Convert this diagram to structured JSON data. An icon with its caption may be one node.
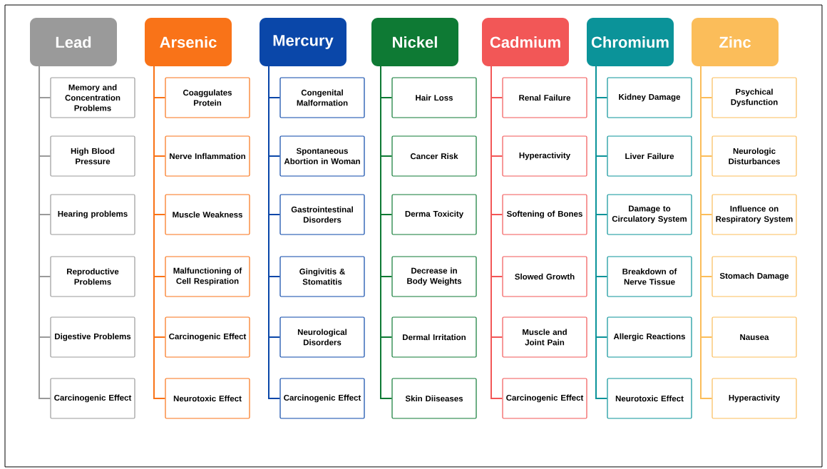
{
  "diagram": {
    "nodes": [
      {
        "text": [
          "Lead"
        ]
      },
      {
        "text": [
          "Memory and Concentration Problems"
        ]
      },
      {
        "text": [
          "High Blood Pressure"
        ]
      },
      {
        "text": [
          "Hearing problems"
        ]
      },
      {
        "text": [
          "Reproductive Problems"
        ]
      },
      {
        "text": [
          "Digestive Problems"
        ]
      },
      {
        "text": [
          "Carcinogenic Effect"
        ]
      },
      {
        "text": [
          "Arsenic"
        ]
      },
      {
        "text": [
          "Coaggulates Protein"
        ]
      },
      {
        "text": [
          "Nerve Inflammation"
        ]
      },
      {
        "text": [
          "Muscle Weakness"
        ]
      },
      {
        "text": [
          "Malfunctioning of Cell Respiration"
        ]
      },
      {
        "text": [
          "Carcinogenic Effect"
        ]
      },
      {
        "text": [
          "Neurotoxic Effect"
        ]
      },
      {
        "text": [
          "Mercury"
        ]
      },
      {
        "text": [
          "Congenital Malformation"
        ]
      },
      {
        "text": [
          "Spontaneous Abortion in Woman"
        ]
      },
      {
        "text": [
          "Gastrointestinal Disorders"
        ]
      },
      {
        "text": [
          "Gingivitis & Stomatitis"
        ]
      },
      {
        "text": [
          "Neurological Disorders"
        ]
      },
      {
        "text": [
          "Carcinogenic Effect"
        ]
      },
      {
        "text": [
          "Nickel"
        ]
      },
      {
        "text": [
          "Hair Loss"
        ]
      },
      {
        "text": [
          "Cancer Risk"
        ]
      },
      {
        "text": [
          "Derma Toxicity"
        ]
      },
      {
        "text": [
          "Decrease in Body Weights"
        ]
      },
      {
        "text": [
          "Dermal Irritation"
        ]
      },
      {
        "text": [
          "Skin Diiseases"
        ]
      },
      {
        "text": [
          "Cadmium"
        ]
      },
      {
        "text": [
          "Renal Failure"
        ]
      },
      {
        "text": [
          "Hyperactivity"
        ]
      },
      {
        "text": [
          "Softening of Bones"
        ]
      },
      {
        "text": [
          "Slowed Growth"
        ]
      },
      {
        "text": [
          "Muscle and Joint Pain"
        ]
      },
      {
        "text": [
          "Carcinogenic Effect"
        ]
      },
      {
        "text": [
          "Chromium"
        ]
      },
      {
        "text": [
          "Kidney Damage"
        ]
      },
      {
        "text": [
          "Liver Failure"
        ]
      },
      {
        "text": [
          "Damage to Circulatory System"
        ]
      },
      {
        "text": [
          "Breakdown of Nerve Tissue"
        ]
      },
      {
        "text": [
          "Allergic Reactions"
        ]
      },
      {
        "text": [
          "Neurotoxic Effect"
        ]
      },
      {
        "text": [
          "Zinc"
        ]
      },
      {
        "text": [
          "Psychical Dysfunction"
        ]
      },
      {
        "text": [
          "Neurologic Disturbances"
        ]
      },
      {
        "text": [
          "Influence on Respiratory System"
        ]
      },
      {
        "text": [
          "Stomach Damage"
        ]
      },
      {
        "text": [
          "Nausea"
        ]
      },
      {
        "text": [
          "Hyperactivity"
        ]
      }
    ],
    "edges": [
      {
        "from": 0,
        "to": 1,
        "arrow": "none",
        "color": "#9a9a9a"
      },
      {
        "from": 0,
        "to": 2,
        "arrow": "none",
        "color": "#9a9a9a"
      },
      {
        "from": 0,
        "to": 3,
        "arrow": "none",
        "color": "#9a9a9a"
      },
      {
        "from": 0,
        "to": 4,
        "arrow": "none",
        "color": "#9a9a9a"
      },
      {
        "from": 0,
        "to": 5,
        "arrow": "none",
        "color": "#9a9a9a"
      },
      {
        "from": 0,
        "to": 6,
        "arrow": "none",
        "color": "#9a9a9a"
      },
      {
        "from": 7,
        "to": 8,
        "arrow": "none",
        "color": "#f97318"
      },
      {
        "from": 7,
        "to": 9,
        "arrow": "none",
        "color": "#f97318"
      },
      {
        "from": 7,
        "to": 10,
        "arrow": "none",
        "color": "#f97318"
      },
      {
        "from": 7,
        "to": 11,
        "arrow": "none",
        "color": "#f97318"
      },
      {
        "from": 7,
        "to": 12,
        "arrow": "none",
        "color": "#f97318"
      },
      {
        "from": 7,
        "to": 13,
        "arrow": "none",
        "color": "#f97318"
      },
      {
        "from": 14,
        "to": 15,
        "arrow": "none",
        "color": "#0a47a9"
      },
      {
        "from": 14,
        "to": 16,
        "arrow": "none",
        "color": "#0a47a9"
      },
      {
        "from": 14,
        "to": 17,
        "arrow": "none",
        "color": "#0a47a9"
      },
      {
        "from": 14,
        "to": 18,
        "arrow": "none",
        "color": "#0a47a9"
      },
      {
        "from": 14,
        "to": 19,
        "arrow": "none",
        "color": "#0a47a9"
      },
      {
        "from": 14,
        "to": 20,
        "arrow": "none",
        "color": "#0a47a9"
      },
      {
        "from": 21,
        "to": 22,
        "arrow": "none",
        "color": "#0e7a34"
      },
      {
        "from": 21,
        "to": 23,
        "arrow": "none",
        "color": "#0e7a34"
      },
      {
        "from": 21,
        "to": 24,
        "arrow": "none",
        "color": "#0e7a34"
      },
      {
        "from": 21,
        "to": 25,
        "arrow": "none",
        "color": "#0e7a34"
      },
      {
        "from": 21,
        "to": 26,
        "arrow": "none",
        "color": "#0e7a34"
      },
      {
        "from": 21,
        "to": 27,
        "arrow": "none",
        "color": "#0e7a34"
      },
      {
        "from": 28,
        "to": 29,
        "arrow": "none",
        "color": "#f25757"
      },
      {
        "from": 28,
        "to": 30,
        "arrow": "none",
        "color": "#f25757"
      },
      {
        "from": 28,
        "to": 31,
        "arrow": "none",
        "color": "#f25757"
      },
      {
        "from": 28,
        "to": 32,
        "arrow": "none",
        "color": "#f25757"
      },
      {
        "from": 28,
        "to": 33,
        "arrow": "none",
        "color": "#f25757"
      },
      {
        "from": 28,
        "to": 34,
        "arrow": "none",
        "color": "#f25757"
      },
      {
        "from": 35,
        "to": 36,
        "arrow": "none",
        "color": "#0b9399"
      },
      {
        "from": 35,
        "to": 37,
        "arrow": "none",
        "color": "#0b9399"
      },
      {
        "from": 35,
        "to": 38,
        "arrow": "none",
        "color": "#0b9399"
      },
      {
        "from": 35,
        "to": 39,
        "arrow": "none",
        "color": "#0b9399"
      },
      {
        "from": 35,
        "to": 40,
        "arrow": "none",
        "color": "#0b9399"
      },
      {
        "from": 35,
        "to": 41,
        "arrow": "none",
        "color": "#0b9399"
      },
      {
        "from": 42,
        "to": 43,
        "arrow": "none",
        "color": "#fbbd5a"
      },
      {
        "from": 42,
        "to": 44,
        "arrow": "none",
        "color": "#fbbd5a"
      },
      {
        "from": 42,
        "to": 45,
        "arrow": "none",
        "color": "#fbbd5a"
      },
      {
        "from": 42,
        "to": 46,
        "arrow": "none",
        "color": "#fbbd5a"
      },
      {
        "from": 42,
        "to": 47,
        "arrow": "none",
        "color": "#fbbd5a"
      },
      {
        "from": 42,
        "to": 48,
        "arrow": "none",
        "color": "#fbbd5a"
      }
    ]
  }
}
